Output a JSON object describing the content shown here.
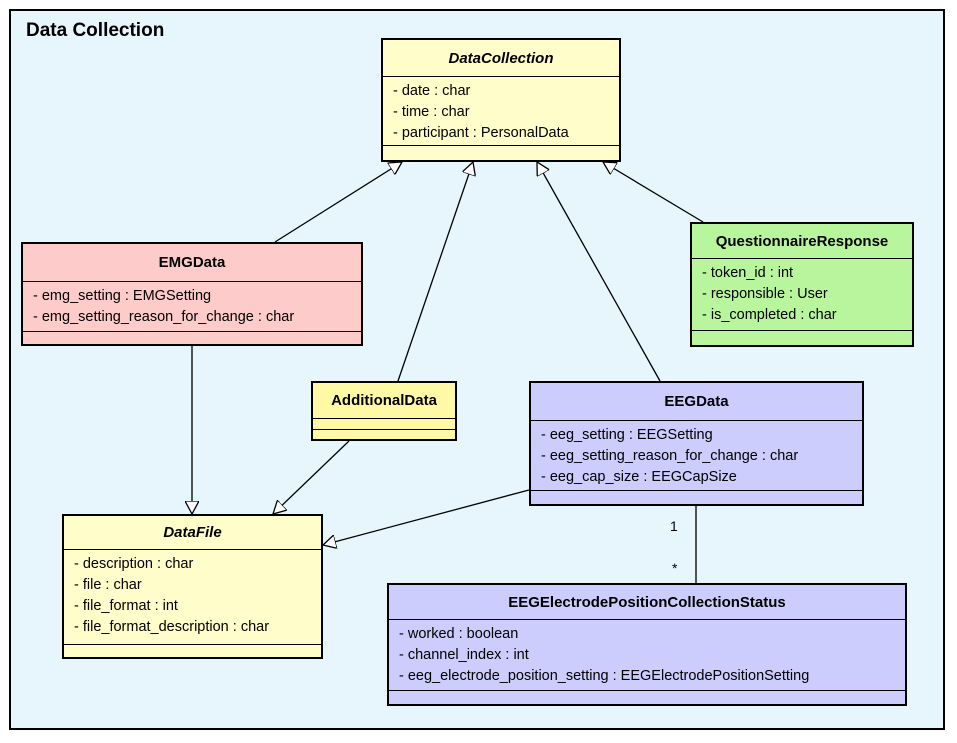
{
  "diagram_title": "Data Collection",
  "colors": {
    "background": "#e6f6fc",
    "yellow_class": "#fffdc9",
    "additional_class": "#fff9a6",
    "pink_class": "#fecbcb",
    "green_class": "#b8f59c",
    "purple_class": "#cccdfc"
  },
  "classes": {
    "data_collection": {
      "name": "DataCollection",
      "attributes": [
        "- date : char",
        "- time : char",
        "- participant : PersonalData"
      ]
    },
    "emg_data": {
      "name": "EMGData",
      "attributes": [
        "- emg_setting : EMGSetting",
        "- emg_setting_reason_for_change : char"
      ]
    },
    "questionnaire_response": {
      "name": "QuestionnaireResponse",
      "attributes": [
        "- token_id : int",
        "- responsible : User",
        "- is_completed : char"
      ]
    },
    "additional_data": {
      "name": "AdditionalData",
      "attributes": []
    },
    "eeg_data": {
      "name": "EEGData",
      "attributes": [
        "- eeg_setting : EEGSetting",
        "- eeg_setting_reason_for_change : char",
        "- eeg_cap_size : EEGCapSize"
      ]
    },
    "data_file": {
      "name": "DataFile",
      "attributes": [
        "- description : char",
        "- file : char",
        "- file_format : int",
        "- file_format_description : char"
      ]
    },
    "eeg_electrode_status": {
      "name": "EEGElectrodePositionCollectionStatus",
      "attributes": [
        "- worked : boolean",
        "- channel_index : int",
        "- eeg_electrode_position_setting : EEGElectrodePositionSetting"
      ]
    }
  },
  "association": {
    "multiplicity_eeg_data": "1",
    "multiplicity_status": "*"
  }
}
